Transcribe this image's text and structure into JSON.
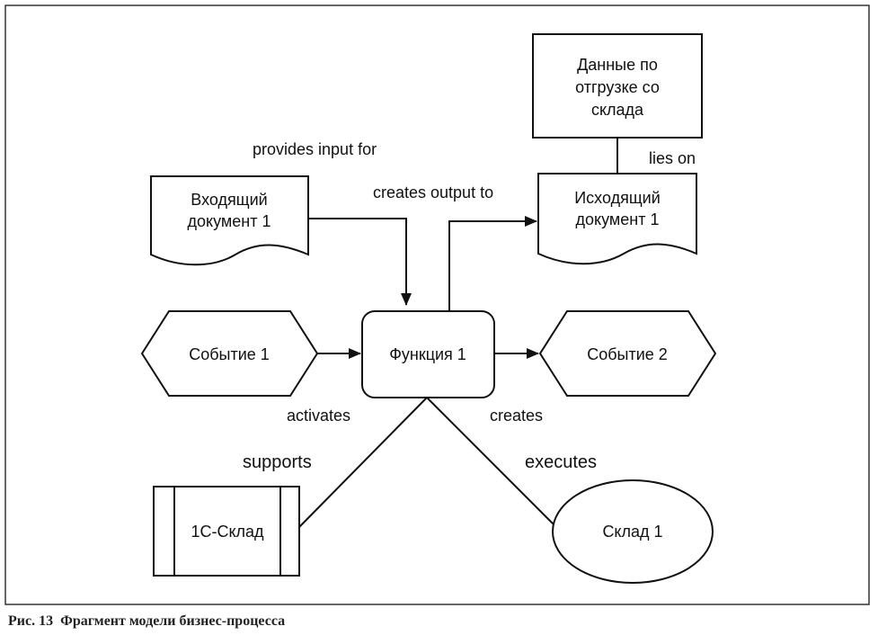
{
  "figure": {
    "caption_number": "Рис. 13",
    "caption_text": "Фрагмент модели бизнес-процесса"
  },
  "nodes": {
    "data_storage": [
      "Данные по",
      "отгрузке со",
      "склада"
    ],
    "input_doc": [
      "Входящий",
      "документ 1"
    ],
    "output_doc": [
      "Исходящий",
      "документ 1"
    ],
    "event1": "Событие 1",
    "function1": "Функция 1",
    "event2": "Событие 2",
    "system": "1С-Склад",
    "org_unit": "Склад 1"
  },
  "edge_labels": {
    "provides_input": "provides input for",
    "creates_output": "creates output to",
    "lies_on": "lies on",
    "activates": "activates",
    "creates": "creates",
    "supports": "supports",
    "executes": "executes"
  }
}
